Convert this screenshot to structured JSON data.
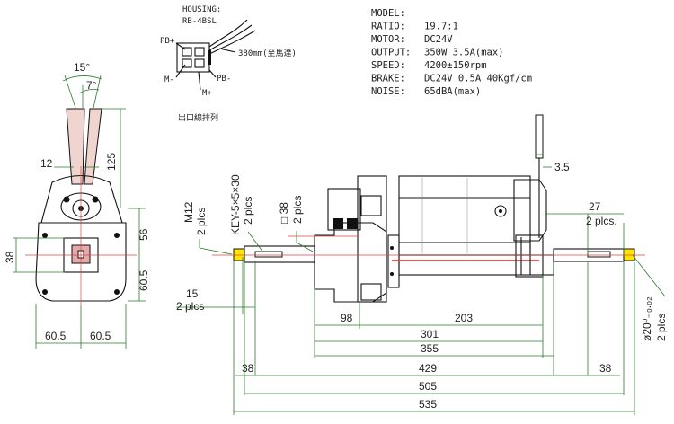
{
  "connector": {
    "housing_label": "HOUSING:",
    "housing_model": "RB-4BSL",
    "pin_pb_plus": "PB+",
    "pin_pb_minus": "PB-",
    "pin_m_minus": "M-",
    "pin_m_plus": "M+",
    "cable_length": "380mm(至馬達)",
    "arrangement_caption": "出口線排列"
  },
  "specs": [
    {
      "key": "MODEL:",
      "value": ""
    },
    {
      "key": "RATIO:",
      "value": "19.7:1"
    },
    {
      "key": "MOTOR:",
      "value": "DC24V"
    },
    {
      "key": "OUTPUT:",
      "value": "350W  3.5A(max)"
    },
    {
      "key": "SPEED:",
      "value": "4200±150rpm"
    },
    {
      "key": "BRAKE:",
      "value": "DC24V 0.5A 40Kgf/cm"
    },
    {
      "key": "NOISE:",
      "value": "65dBA(max)"
    }
  ],
  "side_view": {
    "angle_outer": "15°",
    "angle_inner": "7°",
    "lever_width": "12",
    "lever_height": "125",
    "height_38": "38",
    "height_56": "56",
    "height_60_5": "60.5",
    "width_left": "60.5",
    "width_right": "60.5"
  },
  "front_view": {
    "thread_label": "M12",
    "thread_qty": "2 plcs",
    "key_label": "KEY-5×5×30",
    "key_qty": "2 plcs",
    "square_label": "□ 38",
    "square_qty": "2 plcs",
    "lever_offset": "3.5",
    "shaft_len_right": "27",
    "shaft_len_right_qty": "2 plcs.",
    "shaft_len_left": "15",
    "shaft_len_left_qty": "2 plcs",
    "shaft_dia": "ø20⁰₋₀.₀₂",
    "shaft_dia_qty": "2 plcs",
    "d98": "98",
    "d203": "203",
    "d301": "301",
    "d355": "355",
    "d38_left": "38",
    "d38_right": "38",
    "d429": "429",
    "d505": "505",
    "d535": "535"
  }
}
